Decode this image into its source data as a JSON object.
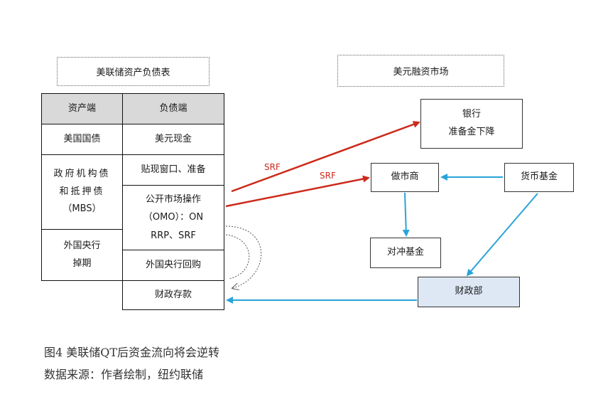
{
  "balance_sheet": {
    "title": "美联储资产负债表",
    "assets": {
      "header": "资产端",
      "items": [
        "美国国债",
        "政府机构债",
        "和抵押债",
        "（MBS）",
        "外国央行",
        "掉期"
      ]
    },
    "liabilities": {
      "header": "负债端",
      "items": [
        "美元现金",
        "贴现窗口、准备",
        "公开市场操作",
        "（OMO）：ON",
        "RRP、SRF",
        "外国央行回购",
        "财政存款"
      ]
    }
  },
  "market": {
    "title": "美元融资市场",
    "nodes": {
      "bank_line1": "银行",
      "bank_line2": "准备金下降",
      "dealer": "做市商",
      "mmf": "货币基金",
      "hedge": "对冲基金",
      "treasury": "财政部"
    }
  },
  "arrows": {
    "srf_1": "SRF",
    "srf_2": "SRF"
  },
  "colors": {
    "red_arrow": "#cc2a1a",
    "blue_arrow": "#29a3d8",
    "header_fill": "#d9d9d9",
    "treasury_fill": "#dde8f4"
  },
  "caption": {
    "line1": "图4 美联储QT后资金流向将会逆转",
    "line2": "数据来源：作者绘制，纽约联储"
  }
}
